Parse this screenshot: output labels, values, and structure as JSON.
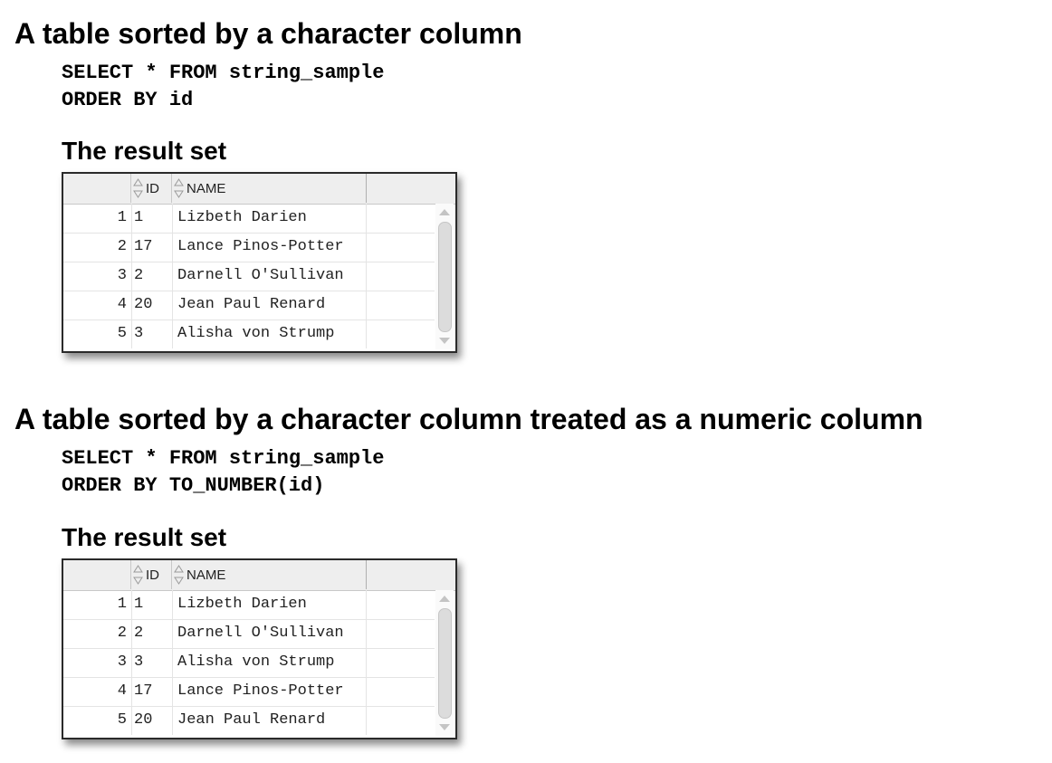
{
  "sections": [
    {
      "heading": "A table sorted by a character column",
      "sql_line1": "SELECT * FROM string_sample",
      "sql_line2": "ORDER BY id",
      "result_label": "The result set",
      "columns": [
        "ID",
        "NAME"
      ],
      "rows": [
        {
          "num": "1",
          "id": "1",
          "name": "Lizbeth Darien"
        },
        {
          "num": "2",
          "id": "17",
          "name": "Lance Pinos-Potter"
        },
        {
          "num": "3",
          "id": "2",
          "name": "Darnell O'Sullivan"
        },
        {
          "num": "4",
          "id": "20",
          "name": "Jean Paul Renard"
        },
        {
          "num": "5",
          "id": "3",
          "name": "Alisha von Strump"
        }
      ]
    },
    {
      "heading": "A table sorted by a character column treated as a numeric column",
      "sql_line1": "SELECT * FROM string_sample",
      "sql_line2": "ORDER BY TO_NUMBER(id)",
      "result_label": "The result set",
      "columns": [
        "ID",
        "NAME"
      ],
      "rows": [
        {
          "num": "1",
          "id": "1",
          "name": "Lizbeth Darien"
        },
        {
          "num": "2",
          "id": "2",
          "name": "Darnell O'Sullivan"
        },
        {
          "num": "3",
          "id": "3",
          "name": "Alisha von Strump"
        },
        {
          "num": "4",
          "id": "17",
          "name": "Lance Pinos-Potter"
        },
        {
          "num": "5",
          "id": "20",
          "name": "Jean Paul Renard"
        }
      ]
    }
  ],
  "icons": {
    "column_header_sort": "sort-arrows-icon",
    "scroll_up": "scroll-up-arrow-icon",
    "scroll_down": "scroll-down-arrow-icon"
  }
}
